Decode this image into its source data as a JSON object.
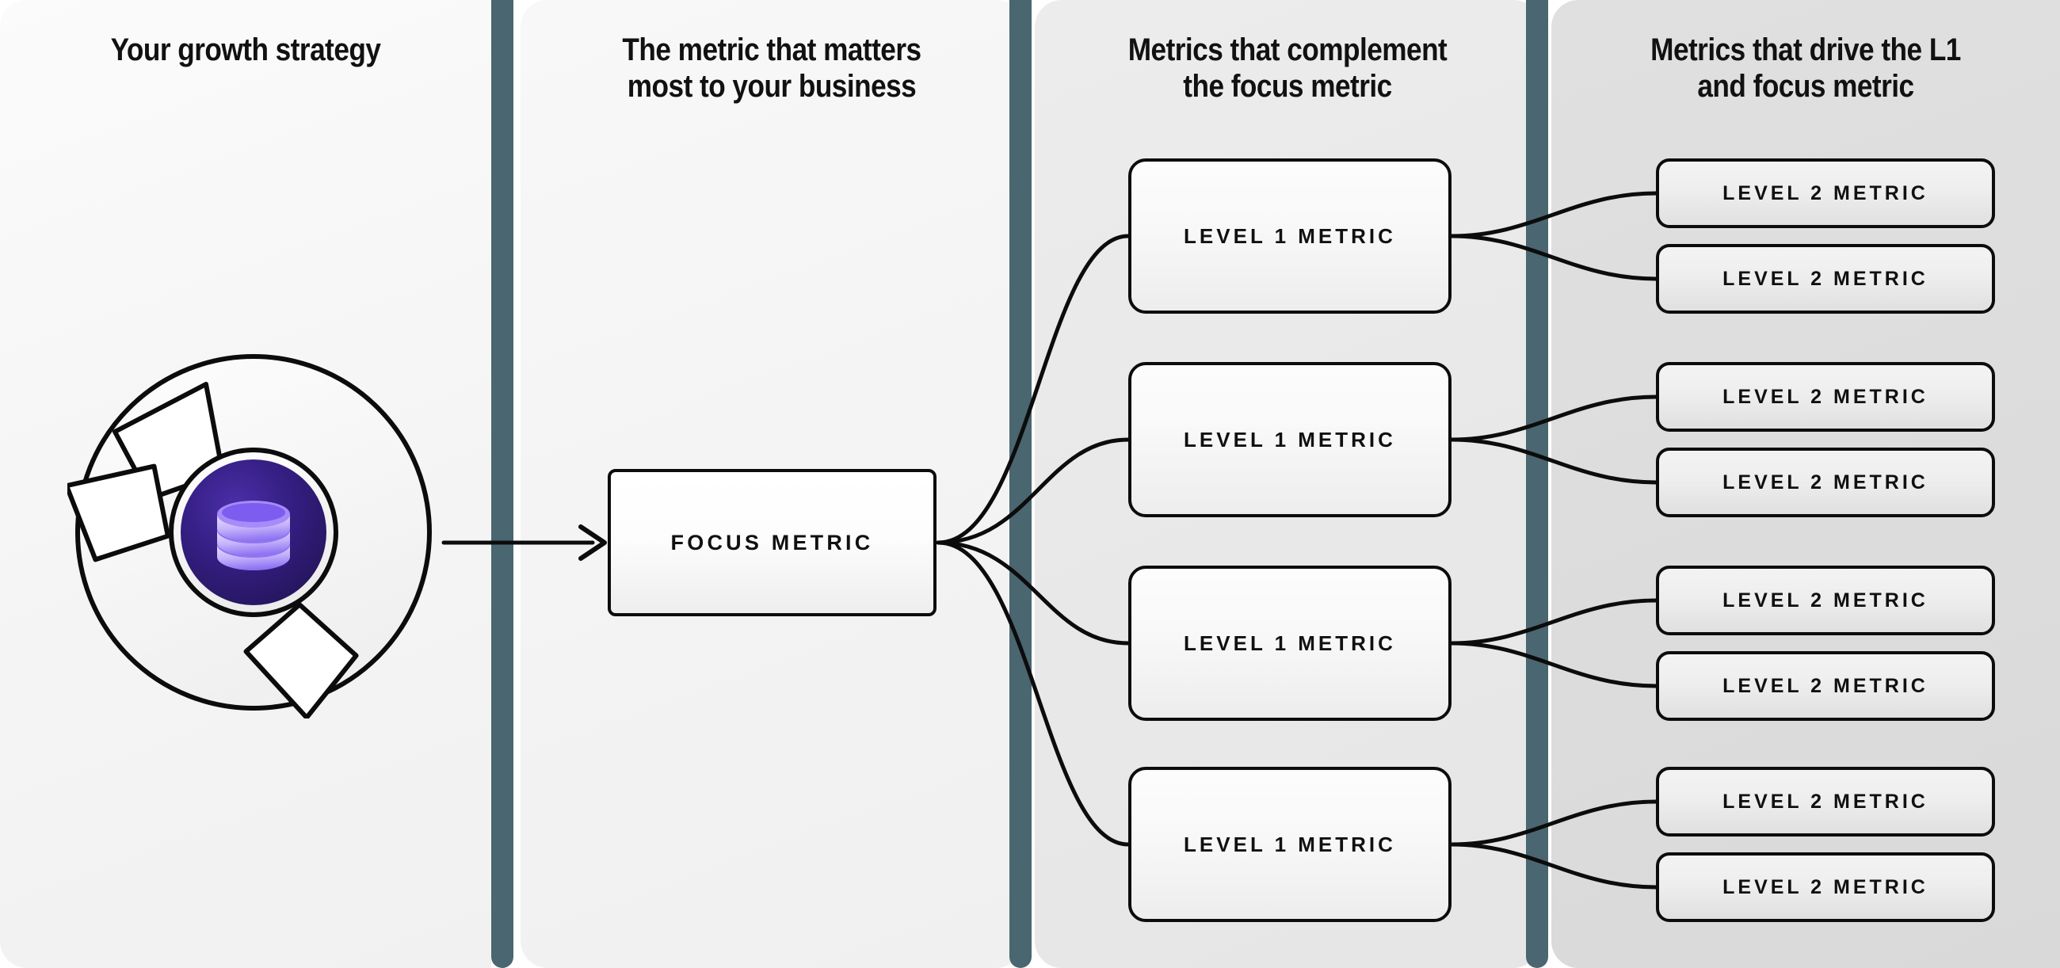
{
  "theme": {
    "divider_color": "#4a6670",
    "column1_bg": "#f6f6f6",
    "column2_bg": "#f3f3f3",
    "column3_bg": "#e9e9e9",
    "column4_bg": "#dcdcdc",
    "node_border": "#0c0c0c",
    "emblem_core": "#2c1b6e",
    "emblem_accent": "#a78bfa"
  },
  "columns": [
    {
      "id": "growth-strategy",
      "heading_lines": [
        "Your growth strategy"
      ],
      "emblem": {
        "icon": "database-icon",
        "wrapper": "pinwheel-aperture-icon"
      }
    },
    {
      "id": "focus-metric",
      "heading_lines": [
        "The metric that matters",
        "most to your business"
      ]
    },
    {
      "id": "level-1-metrics",
      "heading_lines": [
        "Metrics that complement",
        "the focus metric"
      ]
    },
    {
      "id": "level-2-metrics",
      "heading_lines": [
        "Metrics that drive the L1",
        "and focus metric"
      ]
    }
  ],
  "nodes": {
    "focus": {
      "label": "FOCUS METRIC"
    },
    "level1": [
      {
        "label": "LEVEL 1 METRIC"
      },
      {
        "label": "LEVEL 1 METRIC"
      },
      {
        "label": "LEVEL 1 METRIC"
      },
      {
        "label": "LEVEL 1 METRIC"
      }
    ],
    "level2": [
      {
        "label": "LEVEL 2 METRIC"
      },
      {
        "label": "LEVEL 2 METRIC"
      },
      {
        "label": "LEVEL 2 METRIC"
      },
      {
        "label": "LEVEL 2 METRIC"
      },
      {
        "label": "LEVEL 2 METRIC"
      },
      {
        "label": "LEVEL 2 METRIC"
      },
      {
        "label": "LEVEL 2 METRIC"
      },
      {
        "label": "LEVEL 2 METRIC"
      }
    ]
  }
}
